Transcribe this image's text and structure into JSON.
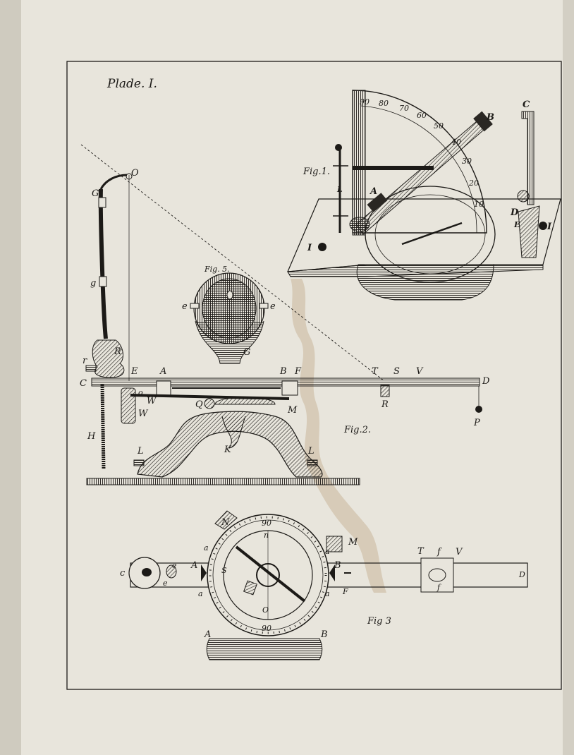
{
  "plate": {
    "title": "Plade. I.",
    "paper_color": "#e8e5dc",
    "ink_color": "#1c1a17",
    "stain_color": "#c9b79a"
  },
  "fig1": {
    "caption": "Fig.1.",
    "scale": [
      "90",
      "80",
      "70",
      "60",
      "50",
      "40",
      "30",
      "20",
      "10"
    ],
    "labels": {
      "A": "A",
      "B": "B",
      "C": "C",
      "D": "D",
      "E": "E",
      "I1": "I",
      "I2": "I",
      "L": "L"
    }
  },
  "fig2": {
    "caption": "Fig.2.",
    "labels": {
      "O": "O",
      "G": "G",
      "g": "g",
      "R": "R",
      "r": "r",
      "C": "C",
      "E": "E",
      "A": "A",
      "B": "B",
      "F": "F",
      "T": "T",
      "S": "S",
      "V": "V",
      "D": "D",
      "o": "o",
      "W1": "W",
      "W2": "W",
      "Q": "Q",
      "M": "M",
      "R2": "R",
      "P": "P",
      "H": "H",
      "K": "K",
      "L1": "L",
      "L2": "L"
    }
  },
  "fig5": {
    "caption": "Fig. 5.",
    "labels": {
      "e1": "e",
      "e2": "e",
      "G": "G"
    }
  },
  "fig3": {
    "caption": "Fig 3",
    "labels": {
      "N": "N",
      "n": "n",
      "M": "M",
      "c": "c",
      "e1": "e",
      "e2": "e",
      "A": "A",
      "S": "S",
      "B": "B",
      "a1": "a",
      "a2": "a",
      "a3": "a",
      "a4": "a",
      "F": "F",
      "T": "T",
      "f1": "f",
      "f2": "f",
      "V": "V",
      "D": "D",
      "O": "O",
      "dial_top": "90",
      "dial_bottom": "90",
      "base_A": "A",
      "base_B": "B"
    }
  }
}
